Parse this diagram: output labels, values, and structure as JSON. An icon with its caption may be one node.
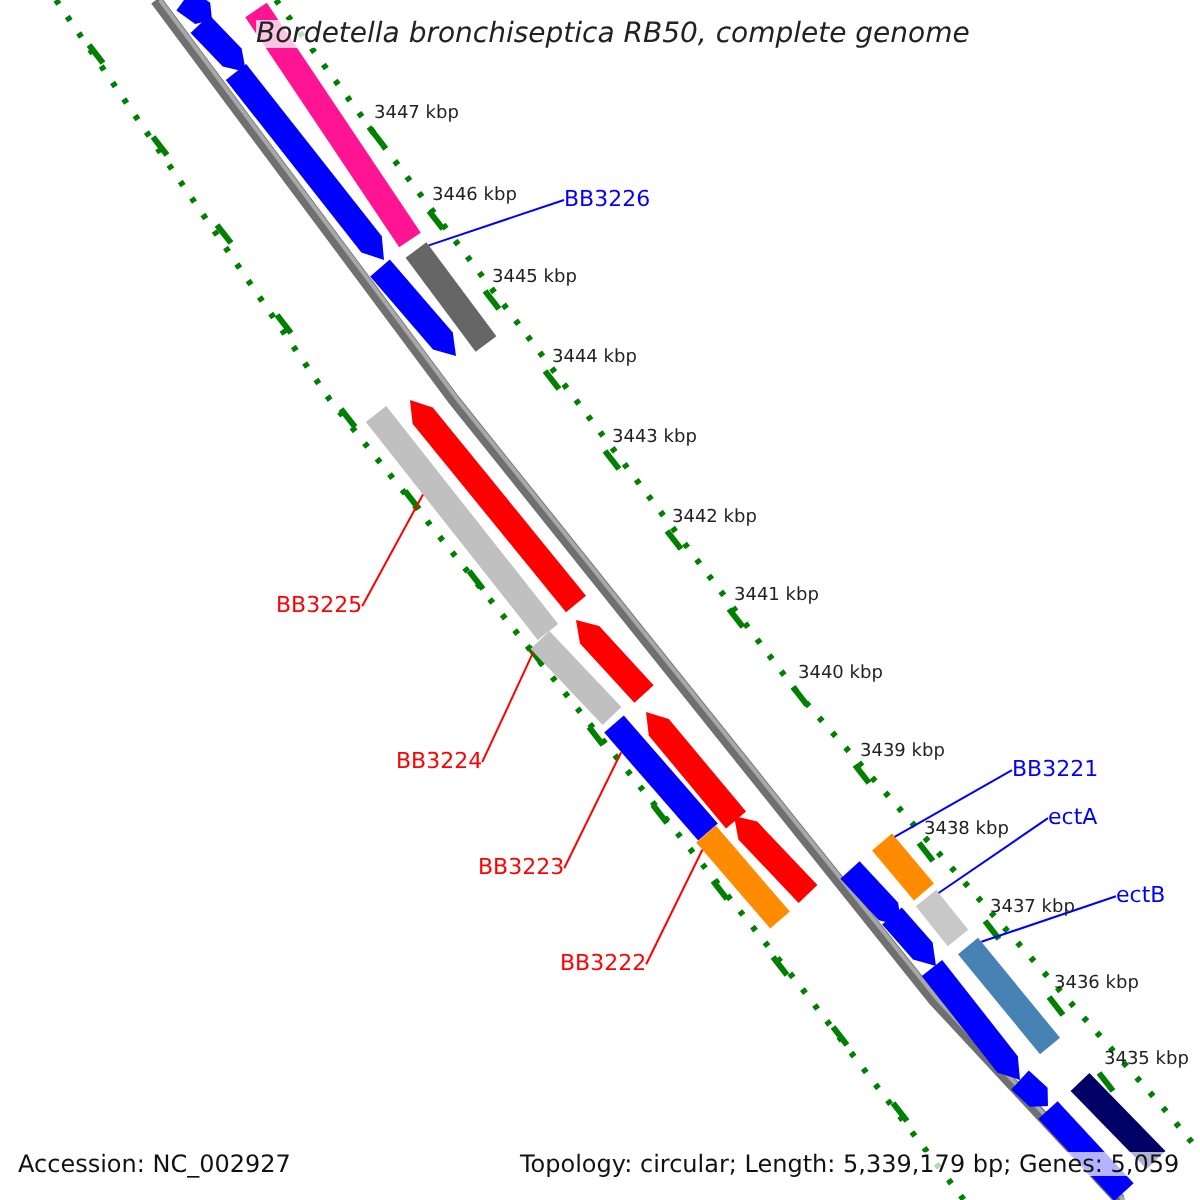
{
  "diagram": {
    "title": "Bordetella bronchiseptica RB50, complete genome",
    "nodes": [
      {
        "text": [
          "BB3226"
        ]
      },
      {
        "text": [
          "BB3225"
        ]
      },
      {
        "text": [
          "BB3224"
        ]
      },
      {
        "text": [
          "BB3223"
        ]
      },
      {
        "text": [
          "BB3222"
        ]
      },
      {
        "text": [
          "BB3221"
        ]
      },
      {
        "text": [
          "ectA"
        ]
      },
      {
        "text": [
          "ectB"
        ]
      },
      {
        "text": [],
        "shape": "bar"
      },
      {
        "text": [],
        "shape": "bar"
      },
      {
        "text": [],
        "shape": "bar"
      },
      {
        "text": [],
        "shape": "bar"
      },
      {
        "text": [],
        "shape": "bar"
      },
      {
        "text": [],
        "shape": "bar"
      },
      {
        "text": [],
        "shape": "bar"
      },
      {
        "text": [],
        "shape": "bar"
      },
      {
        "text": [],
        "shape": "bar"
      },
      {
        "text": [],
        "shape": "bar"
      },
      {
        "text": [],
        "shape": "bar"
      },
      {
        "text": [],
        "shape": "bar"
      },
      {
        "text": [],
        "shape": "bar"
      },
      {
        "text": [],
        "shape": "bar"
      },
      {
        "text": [],
        "shape": "bar"
      },
      {
        "text": [],
        "shape": "bar"
      },
      {
        "text": [],
        "shape": "bar"
      },
      {
        "text": [],
        "shape": "bar"
      },
      {
        "text": [],
        "shape": "bar"
      },
      {
        "text": [],
        "shape": "bar"
      },
      {
        "text": [],
        "shape": "bar"
      },
      {
        "text": [],
        "shape": "bar"
      },
      {
        "text": [],
        "shape": "bar"
      }
    ],
    "edges": [
      {
        "from": 0,
        "to": 12,
        "arrow": "none",
        "color": "#0000ff"
      },
      {
        "from": 1,
        "to": 15,
        "arrow": "none",
        "color": "#ff0000"
      },
      {
        "from": 2,
        "to": 17,
        "arrow": "none",
        "color": "#ff0000"
      },
      {
        "from": 3,
        "to": 19,
        "arrow": "none",
        "color": "#ff0000"
      },
      {
        "from": 4,
        "to": 21,
        "arrow": "none",
        "color": "#ff0000"
      },
      {
        "from": 5,
        "to": 22,
        "arrow": "none",
        "color": "#0000ff"
      },
      {
        "from": 6,
        "to": 24,
        "arrow": "none",
        "color": "#0000ff"
      },
      {
        "from": 7,
        "to": 26,
        "arrow": "none",
        "color": "#0000ff"
      }
    ],
    "labels": [
      "3447 kbp",
      "3446 kbp",
      "3445 kbp",
      "3444 kbp",
      "3443 kbp",
      "3442 kbp",
      "3441 kbp",
      "3440 kbp",
      "3439 kbp",
      "3438 kbp",
      "3437 kbp",
      "3436 kbp",
      "3435 kbp",
      "Accession: NC_002927",
      "Topology: circular; Length: 5,339,179 bp; Genes: 5,059"
    ]
  }
}
